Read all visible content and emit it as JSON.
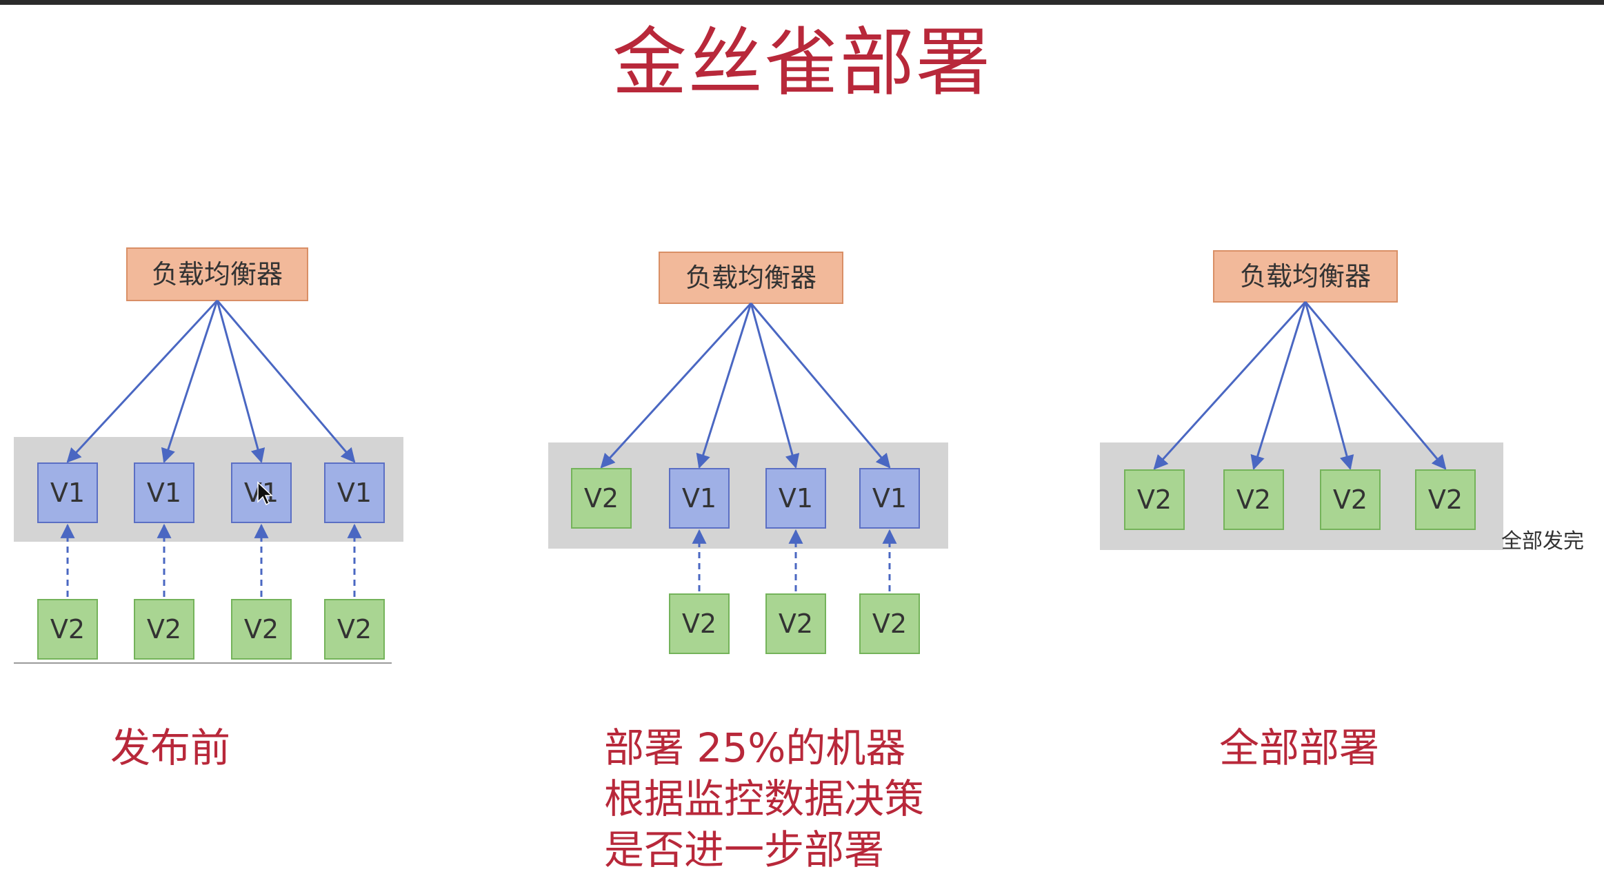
{
  "title": "金丝雀部署",
  "colors": {
    "title": "#b8283a",
    "load_balancer_fill": "#f2b99a",
    "load_balancer_stroke": "#d98f66",
    "v1_fill": "#9fb0e6",
    "v1_stroke": "#5b6fc4",
    "v2_fill": "#a9d592",
    "v2_stroke": "#74b35a",
    "band": "#d4d4d4",
    "arrow": "#4a67c2"
  },
  "panels": [
    {
      "id": "before",
      "load_balancer": "负载均衡器",
      "pool": [
        "V1",
        "V1",
        "V1",
        "V1"
      ],
      "waiting": [
        "V2",
        "V2",
        "V2",
        "V2"
      ],
      "caption": [
        "发布前"
      ]
    },
    {
      "id": "partial",
      "load_balancer": "负载均衡器",
      "pool": [
        "V2",
        "V1",
        "V1",
        "V1"
      ],
      "waiting": [
        "V2",
        "V2",
        "V2"
      ],
      "caption": [
        "部署 25%的机器",
        "根据监控数据决策",
        "是否进一步部署"
      ]
    },
    {
      "id": "full",
      "load_balancer": "负载均衡器",
      "pool": [
        "V2",
        "V2",
        "V2",
        "V2"
      ],
      "waiting": [],
      "caption": [
        "全部部署"
      ],
      "note": "全部发完"
    }
  ]
}
